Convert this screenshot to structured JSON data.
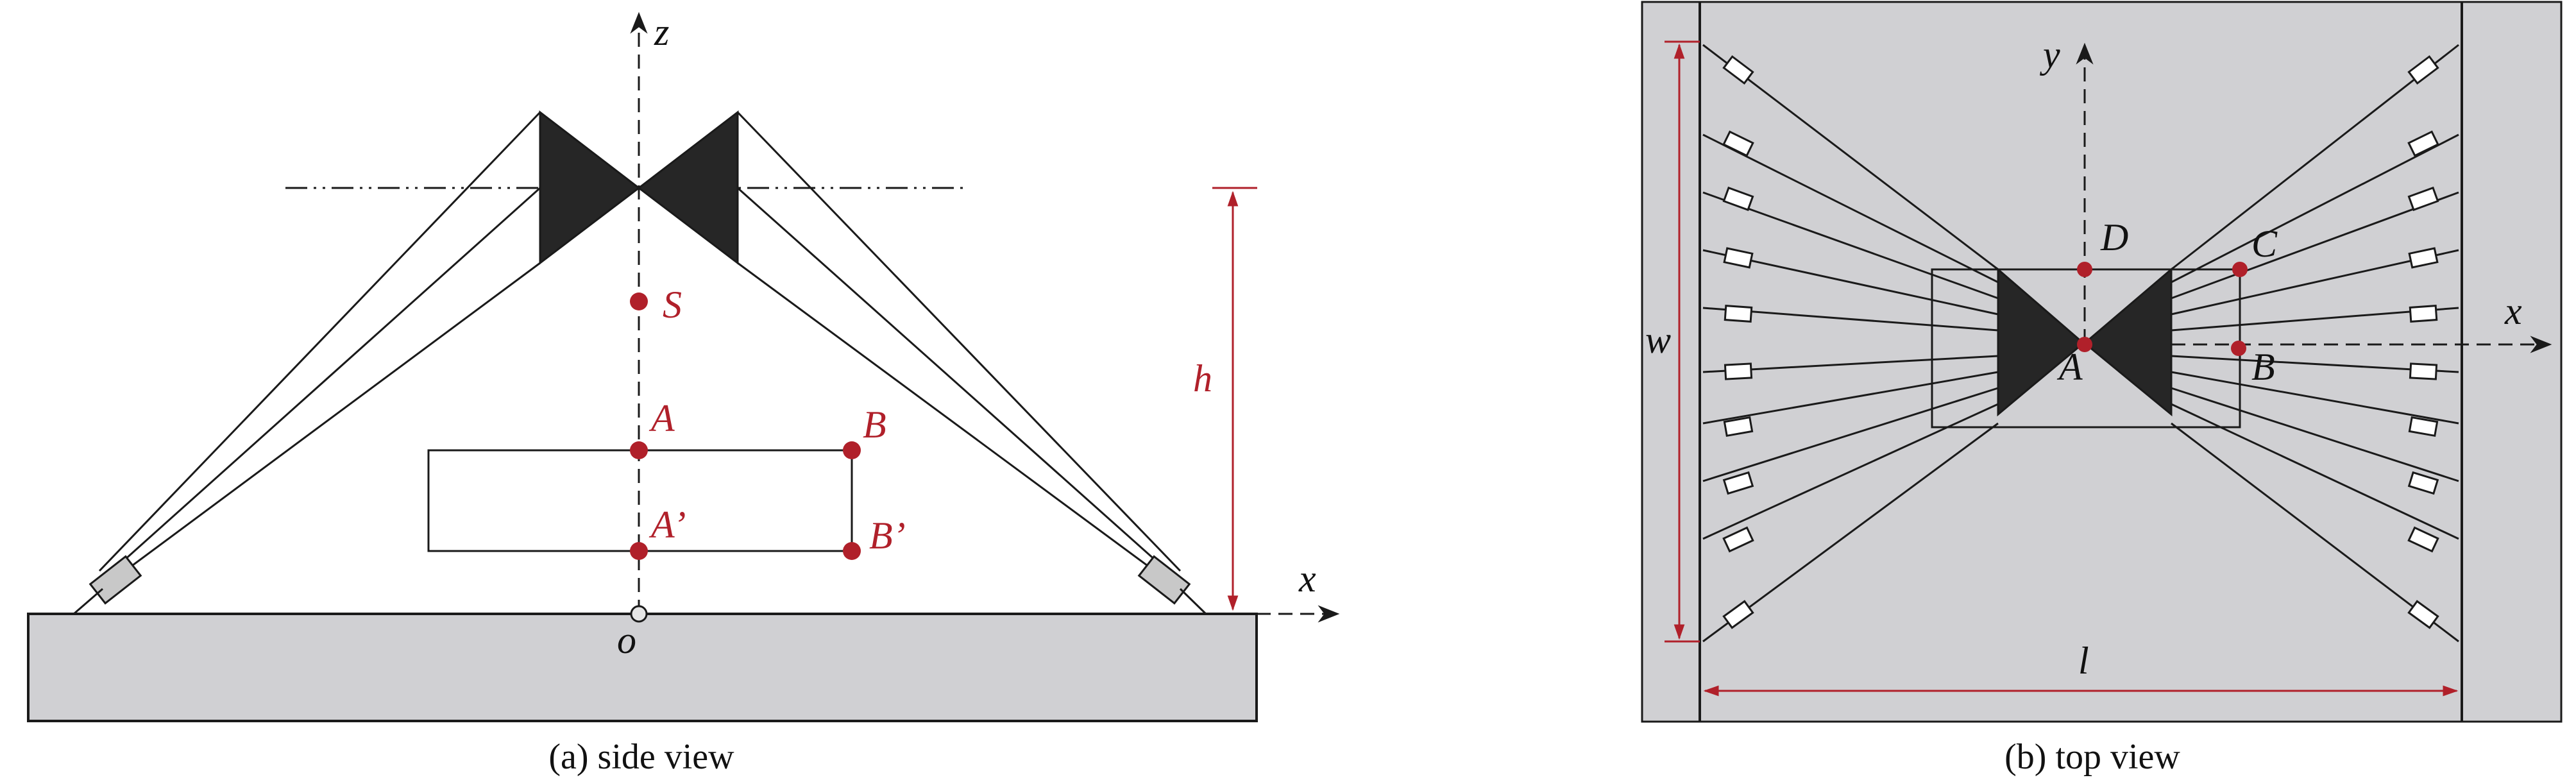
{
  "side_view": {
    "caption": "(a) side view",
    "axis_z": "z",
    "axis_x": "x",
    "origin": "o",
    "point_s": "S",
    "point_a": "A",
    "point_b": "B",
    "point_a_prime": "A’",
    "point_b_prime": "B’",
    "dim_h": "h"
  },
  "top_view": {
    "caption": "(b) top view",
    "axis_y": "y",
    "axis_x": "x",
    "point_a": "A",
    "point_b": "B",
    "point_c": "C",
    "point_d": "D",
    "dim_w": "w",
    "dim_l": "l"
  },
  "colors": {
    "ground": "#d0d0d3",
    "ink": "#1a1a1a",
    "accent": "#b0202a",
    "solid": "#262626"
  }
}
